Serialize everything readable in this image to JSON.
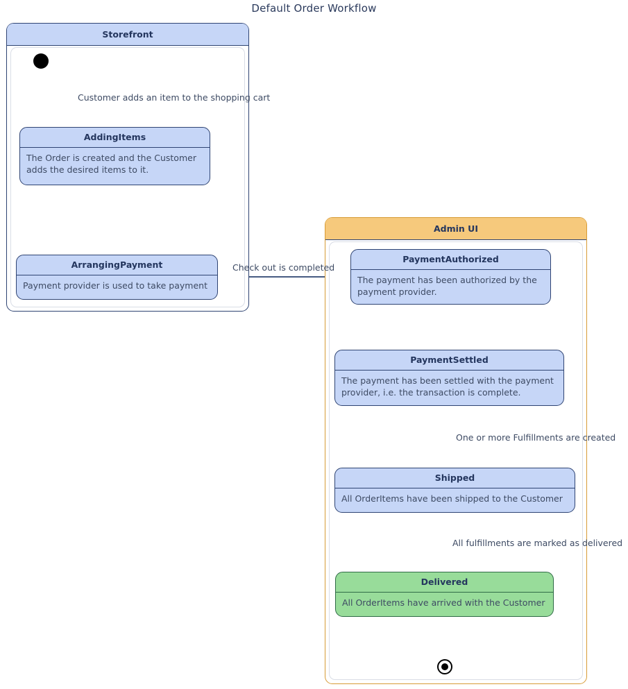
{
  "diagram": {
    "title": "Default Order Workflow",
    "type": "uml-state-machine",
    "colors": {
      "state_fill": "#c6d6f7",
      "state_stroke": "#2e4372",
      "final_state_fill": "#98dc9a",
      "storefront_header": "#c6d6f7",
      "adminui_header": "#f6c97c",
      "text": "#3d4a63",
      "title_text": "#24365e"
    }
  },
  "containers": [
    {
      "id": "storefront",
      "label": "Storefront",
      "accent": "#c6d6f7"
    },
    {
      "id": "adminui",
      "label": "Admin UI",
      "accent": "#f6c97c"
    }
  ],
  "states": [
    {
      "id": "addingitems",
      "name": "AddingItems",
      "description": "The Order is created and the Customer adds the desired items to it.",
      "container": "Storefront",
      "color": "blue"
    },
    {
      "id": "arrangingpayment",
      "name": "ArrangingPayment",
      "description": "Payment provider is used to take payment",
      "container": "Storefront",
      "color": "blue"
    },
    {
      "id": "paymentauthorized",
      "name": "PaymentAuthorized",
      "description": "The payment has been authorized by the payment provider.",
      "container": "Admin UI",
      "color": "blue"
    },
    {
      "id": "paymentsettled",
      "name": "PaymentSettled",
      "description": "The payment has been settled with the payment provider, i.e. the transaction is complete.",
      "container": "Admin UI",
      "color": "blue"
    },
    {
      "id": "shipped",
      "name": "Shipped",
      "description": "All OrderItems have been shipped to the Customer",
      "container": "Admin UI",
      "color": "blue"
    },
    {
      "id": "delivered",
      "name": "Delivered",
      "description": "All OrderItems have arrived with the Customer",
      "container": "Admin UI",
      "color": "green"
    }
  ],
  "transitions": [
    {
      "from": "start",
      "to": "AddingItems",
      "label": "Customer adds an item to the shopping cart"
    },
    {
      "from": "AddingItems",
      "to": "ArrangingPayment",
      "label": ""
    },
    {
      "from": "ArrangingPayment",
      "to": "PaymentAuthorized",
      "label": "Check out is completed"
    },
    {
      "from": "PaymentAuthorized",
      "to": "PaymentSettled",
      "label": ""
    },
    {
      "from": "PaymentSettled",
      "to": "Shipped",
      "label": "One or more Fulfillments are created"
    },
    {
      "from": "Shipped",
      "to": "Delivered",
      "label": "All fulfillments are marked as delivered"
    },
    {
      "from": "Delivered",
      "to": "end",
      "label": ""
    }
  ],
  "nodes": {
    "start_label": "initial-state",
    "end_label": "final-state"
  }
}
